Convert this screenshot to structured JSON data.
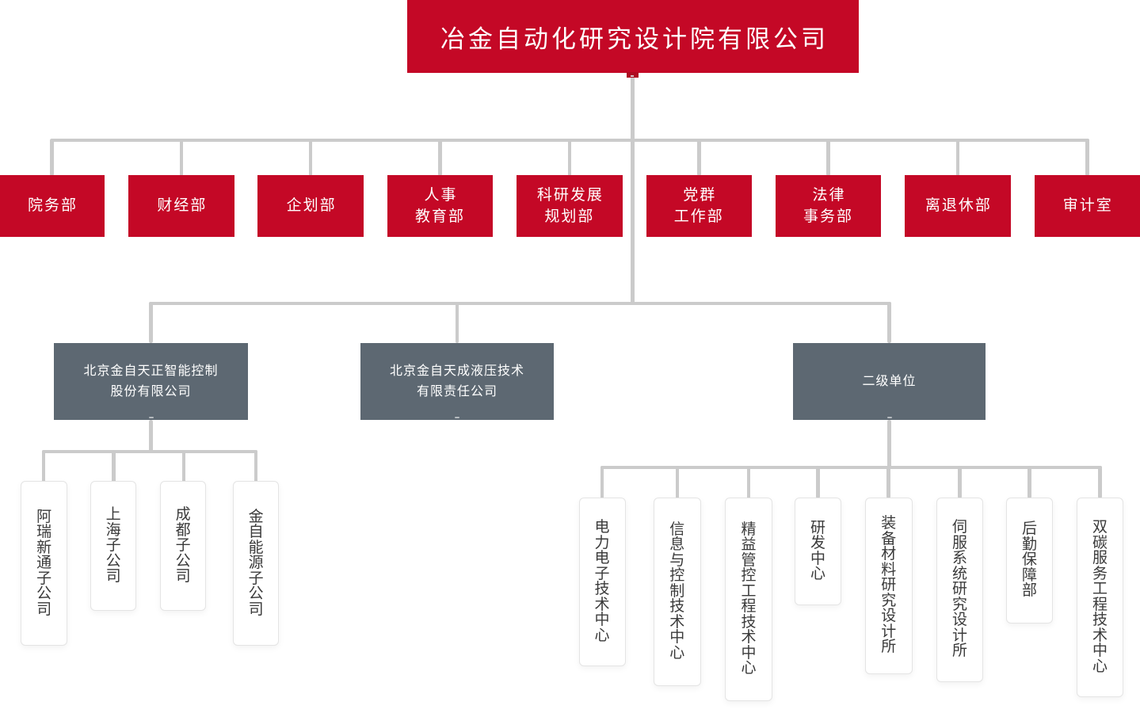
{
  "colors": {
    "primary_red": "#c40826",
    "notch_red": "#ae0a22",
    "slate_gray": "#5d6872",
    "connector_gray": "#cbcbcb",
    "unit_border": "#e4e4e4",
    "unit_text": "#3a3a3a",
    "box_text": "#ffffff"
  },
  "root": {
    "label": "冶金自动化研究设计院有限公司"
  },
  "departments": [
    {
      "label": "院务部"
    },
    {
      "label": "财经部"
    },
    {
      "label": "企划部"
    },
    {
      "label": "人事\n教育部"
    },
    {
      "label": "科研发展\n规划部"
    },
    {
      "label": "党群\n工作部"
    },
    {
      "label": "法律\n事务部"
    },
    {
      "label": "离退休部"
    },
    {
      "label": "审计室"
    }
  ],
  "subsidiaries": [
    {
      "label": "北京金自天正智能控制\n股份有限公司"
    },
    {
      "label": "北京金自天成液压技术\n有限责任公司"
    },
    {
      "label": "二级单位"
    }
  ],
  "left_units": [
    {
      "label": "阿瑞新通子公司"
    },
    {
      "label": "上海子公司"
    },
    {
      "label": "成都子公司"
    },
    {
      "label": "金自能源子公司"
    }
  ],
  "right_units": [
    {
      "label": "电力电子技术中心"
    },
    {
      "label": "信息与控制技术中心"
    },
    {
      "label": "精益管控工程技术中心"
    },
    {
      "label": "研发中心"
    },
    {
      "label": "装备材料研究设计所"
    },
    {
      "label": "伺服系统研究设计所"
    },
    {
      "label": "后勤保障部"
    },
    {
      "label": "双碳服务工程技术中心"
    }
  ]
}
